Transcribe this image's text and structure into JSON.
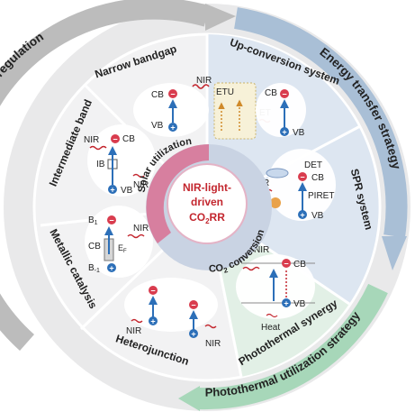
{
  "center": {
    "line1": "NIR-light-",
    "line2": "driven",
    "line3_main": "CO",
    "line3_sub": "2",
    "line3_tail": "RR"
  },
  "inner_ring": {
    "solar": "Solar utilization",
    "co2_main": "CO",
    "co2_sub": "2",
    "co2_tail": " conversion"
  },
  "outer_ring": {
    "left": "Energy band structure regulation",
    "right": "Energy transfer strategy",
    "bottom": "Photothermal utilization strategy"
  },
  "sectors": {
    "narrow_bandgap": "Narrow bandgap",
    "intermediate_band": "Intermediate band",
    "metallic_catalysis": "Metallic catalysis",
    "heterojunction": "Heterojunction",
    "upconversion": "Up-conversion system",
    "spr": "SPR system",
    "photothermal": "Photothermal synergy"
  },
  "labels": {
    "nir": "NIR",
    "cb": "CB",
    "vb": "VB",
    "ib": "IB",
    "etu": "ETU",
    "et": "ET",
    "det": "DET",
    "piret": "PIRET",
    "heat": "Heat",
    "b1_main": "B",
    "b1_sub": "1",
    "bm1_main": "B",
    "bm1_sub": "-1",
    "ef_main": "E",
    "ef_sub": "F",
    "minus": "−",
    "plus": "+"
  },
  "colors": {
    "left_arc": "#b9b9b9",
    "right_arc": "#a9bfd6",
    "bottom_arc": "#a7d7b9",
    "solar_ring": "#d77f9f",
    "co2_ring": "#c9d3e3",
    "electron": "#d93c4e",
    "hole": "#2c6fb8",
    "arrow_blue": "#2c6fb8",
    "nir_wave": "#c3262e"
  }
}
